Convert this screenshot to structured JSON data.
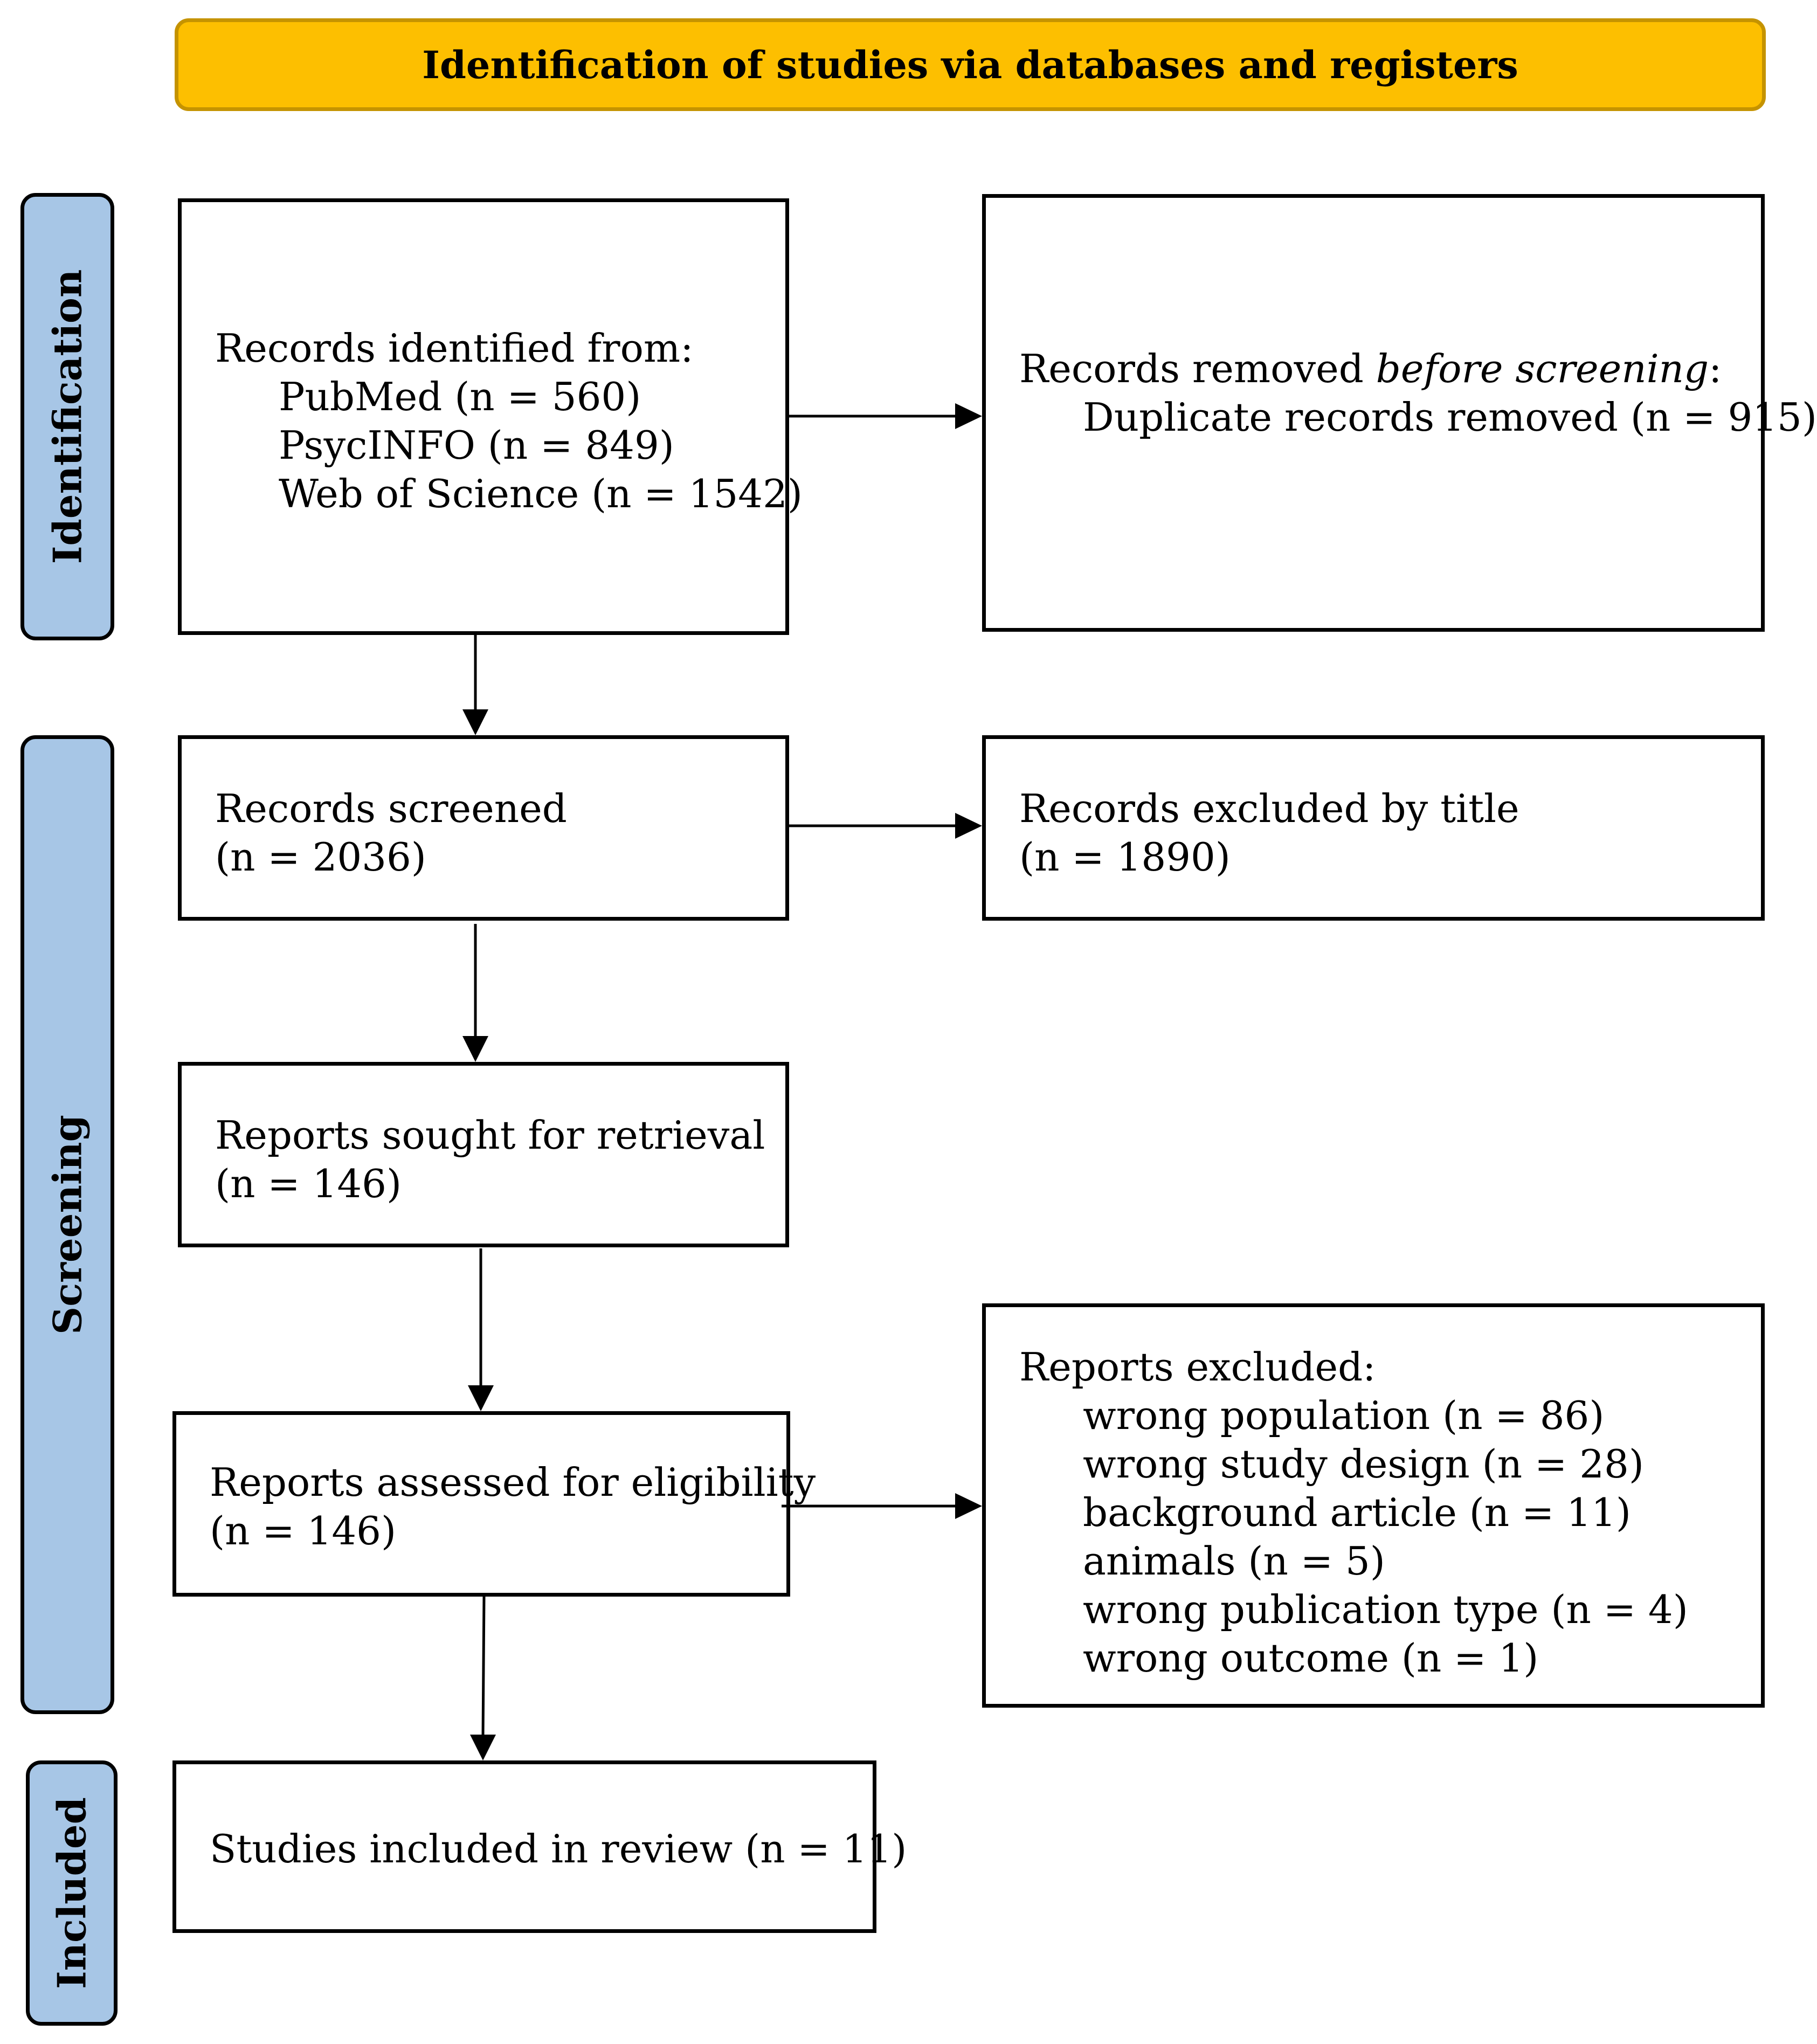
{
  "header": {
    "title": "Identification of studies via databases and registers"
  },
  "phases": {
    "identification": "Identification",
    "screening": "Screening",
    "included": "Included"
  },
  "boxes": {
    "records_identified": {
      "heading": "Records identified from:",
      "sources": [
        "PubMed (n = 560)",
        "PsycINFO (n = 849)",
        "Web of Science (n = 1542)"
      ]
    },
    "records_removed": {
      "heading_prefix": "Records removed ",
      "heading_italic": "before screening",
      "heading_suffix": ":",
      "items": [
        "Duplicate records removed (n = 915)"
      ]
    },
    "records_screened": {
      "line1": "Records screened",
      "line2": "(n = 2036)"
    },
    "records_excluded": {
      "line1": "Records excluded by title",
      "line2": "(n = 1890)"
    },
    "reports_sought": {
      "line1": "Reports sought for retrieval",
      "line2": "(n = 146)"
    },
    "reports_assessed": {
      "line1": "Reports assessed for eligibility",
      "line2": "(n = 146)"
    },
    "reports_excluded": {
      "heading": "Reports excluded:",
      "items": [
        "wrong population (n = 86)",
        "wrong study design (n = 28)",
        "background article (n = 11)",
        "animals (n = 5)",
        "wrong publication type (n = 4)",
        "wrong outcome (n = 1)"
      ]
    },
    "studies_included": {
      "line1": "Studies included in review (n = 11)"
    }
  }
}
